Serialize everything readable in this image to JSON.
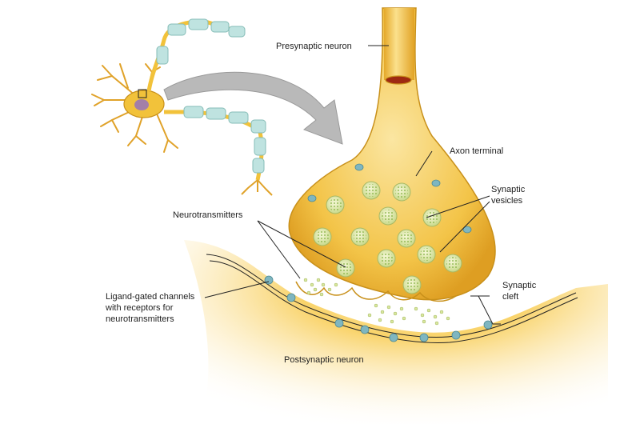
{
  "labels": {
    "presynaptic": "Presynaptic neuron",
    "axon_terminal": "Axon terminal",
    "synaptic_vesicles_1": "Synaptic",
    "synaptic_vesicles_2": "vesicles",
    "neurotransmitters": "Neurotransmitters",
    "ligand_1": "Ligand-gated channels",
    "ligand_2": "with receptors for",
    "ligand_3": "neurotransmitters",
    "cleft_1": "Synaptic",
    "cleft_2": "cleft",
    "postsynaptic": "Postsynaptic neuron"
  },
  "colors": {
    "neuron_fill": "#f2c23a",
    "neuron_light": "#fbe29a",
    "neuron_edge": "#c8901a",
    "myelin": "#bfe3e0",
    "channel": "#7fb6c0",
    "vesicle": "#dfeaa5",
    "vesicle_dot": "#7fae3c",
    "arrow": "#b9b9b9"
  }
}
